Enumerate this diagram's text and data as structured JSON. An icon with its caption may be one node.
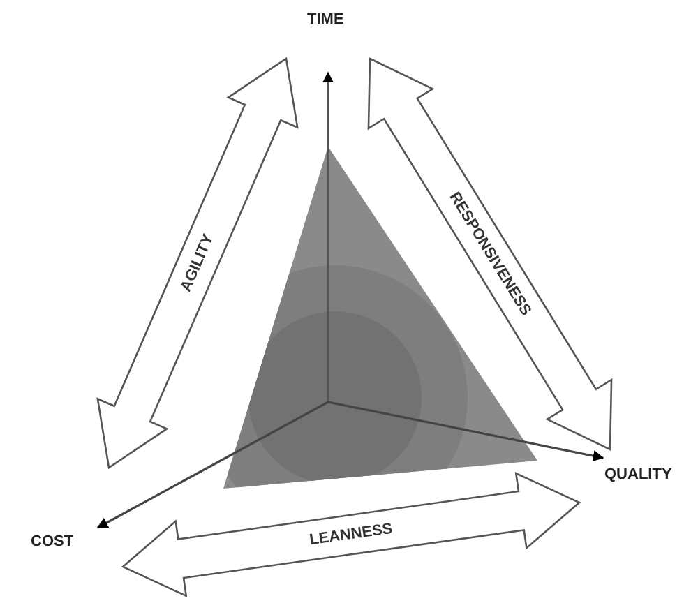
{
  "diagram": {
    "nodes": [
      {
        "text": [
          "AGILITY"
        ]
      },
      {
        "text": [
          "RESPONSIVENESS"
        ]
      },
      {
        "text": [
          "LEANNESS"
        ]
      }
    ],
    "labels": [
      "TIME",
      "QUALITY",
      "COST"
    ]
  }
}
